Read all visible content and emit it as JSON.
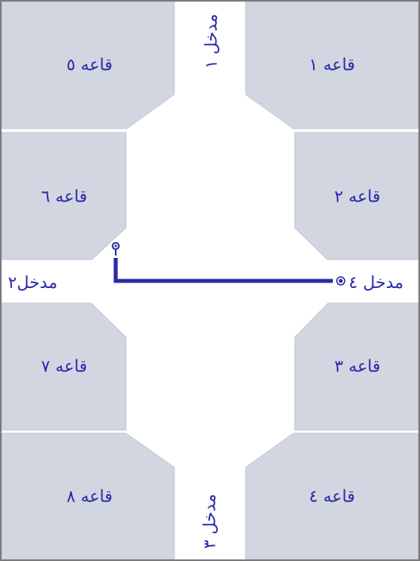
{
  "rooms": {
    "r1": "قاعه ١",
    "r2": "قاعه ٢",
    "r3": "قاعه ٣",
    "r4": "قاعه ٤",
    "r5": "قاعه ٥",
    "r6": "قاعه ٦",
    "r7": "قاعه ٧",
    "r8": "قاعه ٨"
  },
  "entrances": {
    "e1": "مدخل ١",
    "e2": "مدخل٢",
    "e3": "مدخل ٣",
    "e4": "مدخل ٤"
  },
  "colors": {
    "room_fill": "#d2d6e0",
    "label_text": "#2b28a8",
    "route_line": "#2b28a8",
    "frame_border": "#7a7a7a"
  },
  "icons": {
    "route_start": "location-pin-icon",
    "route_end": "current-position-icon"
  }
}
